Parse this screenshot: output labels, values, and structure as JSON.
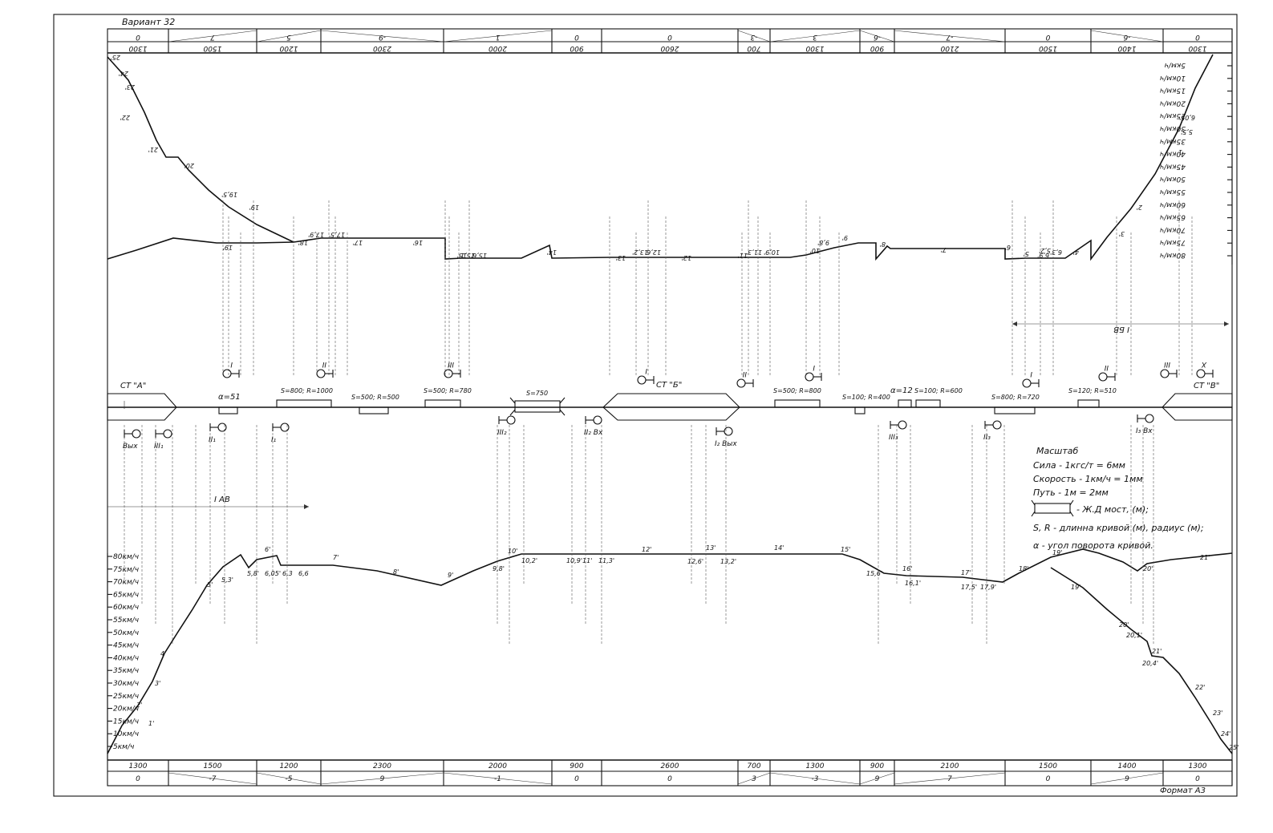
{
  "title": "Вариант 32",
  "format_label": "Формат А3",
  "top_strip": {
    "grades": [
      "0",
      "7",
      "5",
      "-9",
      "1",
      "0",
      "0",
      "-3",
      "3",
      "-6",
      "-7",
      "0",
      "-6",
      "0"
    ],
    "lengths": [
      "1300",
      "1500",
      "1200",
      "2300",
      "2000",
      "900",
      "2600",
      "700",
      "1300",
      "900",
      "2100",
      "1500",
      "1400",
      "1300"
    ]
  },
  "bottom_strip": {
    "lengths": [
      "1300",
      "1500",
      "1200",
      "2300",
      "2000",
      "900",
      "2600",
      "700",
      "1300",
      "900",
      "2100",
      "1500",
      "1400",
      "1300"
    ],
    "grades": [
      "0",
      "-7",
      "-5",
      "9",
      "-1",
      "0",
      "0",
      "3",
      "-3",
      "9",
      "7",
      "0",
      "9",
      "0"
    ]
  },
  "stations": {
    "a": "СТ \"А\"",
    "b": "СТ \"Б\"",
    "v": "СТ \"В\""
  },
  "curves": [
    {
      "label": "α=51"
    },
    {
      "label": "S=800; R=1000"
    },
    {
      "label": "S=500; R=500"
    },
    {
      "label": "S=500; R=780"
    },
    {
      "label": "S=750"
    },
    {
      "label": "S=500; R=800"
    },
    {
      "label": "S=100; R=400"
    },
    {
      "label": "α=12"
    },
    {
      "label": "S=100; R=600"
    },
    {
      "label": "S=800; R=720"
    },
    {
      "label": "S=120; R=510"
    }
  ],
  "signals_lower": [
    "Вых",
    "III₁",
    "II₁",
    "I₁",
    "III₂",
    "II₂ Вх",
    "I₂ Вых",
    "III₃",
    "II₃",
    "I₃ Вх"
  ],
  "signals_upper": [
    "I",
    "II",
    "III",
    "I",
    "II",
    "I",
    "I",
    "II",
    "III",
    "Х"
  ],
  "speed_ticks": [
    "80км/ч",
    "75км/ч",
    "70км/ч",
    "65км/ч",
    "60км/ч",
    "55км/ч",
    "50км/ч",
    "45км/ч",
    "40км/ч",
    "35км/ч",
    "30км/ч",
    "25км/ч",
    "20км/ч",
    "15км/ч",
    "10км/ч",
    "5км/ч"
  ],
  "dim_labels": {
    "iab": "I АВ",
    "ibv": "I БВ"
  },
  "legend": {
    "heading": "Масштаб",
    "force": "Сила - 1кгс/т = 6мм",
    "speed": "Скорость - 1км/ч = 1мм",
    "path": "Путь - 1м = 2мм",
    "bridge": "- Ж.Д мост, (м);",
    "sr": "S, R - длинна кривой (м), радиус (м);",
    "alpha": "α - угол поворота кривой."
  },
  "lower_point_labels": [
    "1'",
    "2'",
    "3'",
    "4'",
    "5'",
    "5,3'",
    "5,8'",
    "6'",
    "6,05'",
    "6,3",
    "6,6",
    "7'",
    "8'",
    "9'",
    "9,8'",
    "10'",
    "10,2'",
    "10,9'",
    "11'",
    "11,3'",
    "12'",
    "12,6'",
    "13'",
    "13,2'",
    "14'",
    "15'",
    "15,6'",
    "16'",
    "16,1'",
    "17'",
    "17,5'",
    "17,9'",
    "18'",
    "19'",
    "19'",
    "20'",
    "20'",
    "20,1'",
    "20,4'",
    "21'",
    "21'",
    "22'",
    "23'",
    "24'",
    "25'"
  ],
  "upper_point_labels": [
    "25'",
    "24'",
    "23'",
    "22'",
    "21'",
    "20'",
    "19,5'",
    "19'",
    "19'",
    "18'",
    "17,9'",
    "17,5'",
    "17'",
    "16'",
    "15'",
    "15,1'",
    "15,6'",
    "14'",
    "13'",
    "13,2'",
    "12,6'",
    "12'",
    "11'",
    "11,3'",
    "10,9'",
    "10'",
    "9,8'",
    "9'",
    "8'",
    "7'",
    "6'",
    "5'",
    "5,2'",
    "4'",
    "3'",
    "2'",
    "1'",
    "6,3'",
    "6,9'",
    "5,5'",
    "6,05'"
  ]
}
